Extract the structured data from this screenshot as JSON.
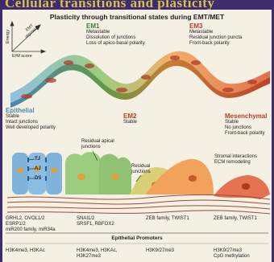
{
  "banner": "Cellular transitions and plasticity",
  "title": "Plasticity through transitional states during EMT/MET",
  "axes": {
    "y_label": "Energy",
    "diag_label": "EMT regulators",
    "x_label": "E/M score"
  },
  "states": {
    "em1": {
      "label": "EM1",
      "lines": [
        "Metastable",
        "Dissolution of junctions",
        "Loss of apico-basal polarity"
      ]
    },
    "em3": {
      "label": "EM3",
      "lines": [
        "Metastable",
        "Residual junction puncta",
        "Front-back polarity"
      ]
    },
    "epithelial": {
      "label": "Epithelial",
      "lines": [
        "Stable",
        "Intact junctions",
        "Well developed polarity"
      ]
    },
    "em2": {
      "label": "EM2",
      "lines": [
        "Stable"
      ]
    },
    "mesenchymal": {
      "label": "Mesenchymal",
      "lines": [
        "Stable",
        "No junctions",
        "Front-back polarity"
      ]
    }
  },
  "junctions": {
    "tj": "TJ",
    "aj": "AJ",
    "ds": "DS"
  },
  "annotations": {
    "residual_apical": [
      "Residual apical",
      "junctions"
    ],
    "residual_junctions": [
      "Residual",
      "junctions"
    ],
    "stromal": [
      "Stromal interactions",
      "ECM remodeling"
    ]
  },
  "regulators": {
    "col1": [
      "GRHL2, OVOL1/2",
      "ESRP1/2",
      "miR200 family, miR34a"
    ],
    "col2": [
      "SNAI1/2",
      "SRSF1, RBFOX2"
    ],
    "col3": [
      "ZEB family, TWIST1"
    ],
    "col4": [
      "ZEB family, TWIST1"
    ]
  },
  "promoters_title": "Epithelial Promoters",
  "promoters": {
    "col1": [
      "H3K4me3, H3KAc"
    ],
    "col2": [
      "H3K4me3, H3KAc,",
      "H3K27me3"
    ],
    "col3": [
      "H3K9/27me3"
    ],
    "col4": [
      "H3K9/27me3",
      "CpG methylation"
    ]
  },
  "colors": {
    "epithelial_blue": "#7fb3dc",
    "green_cell": "#9ccc7e",
    "orange_cell": "#f2a25a",
    "red_cell": "#e57352",
    "accent_red": "#c0392b",
    "accent_green": "#3f7a3a",
    "accent_blue": "#4c87b5"
  }
}
